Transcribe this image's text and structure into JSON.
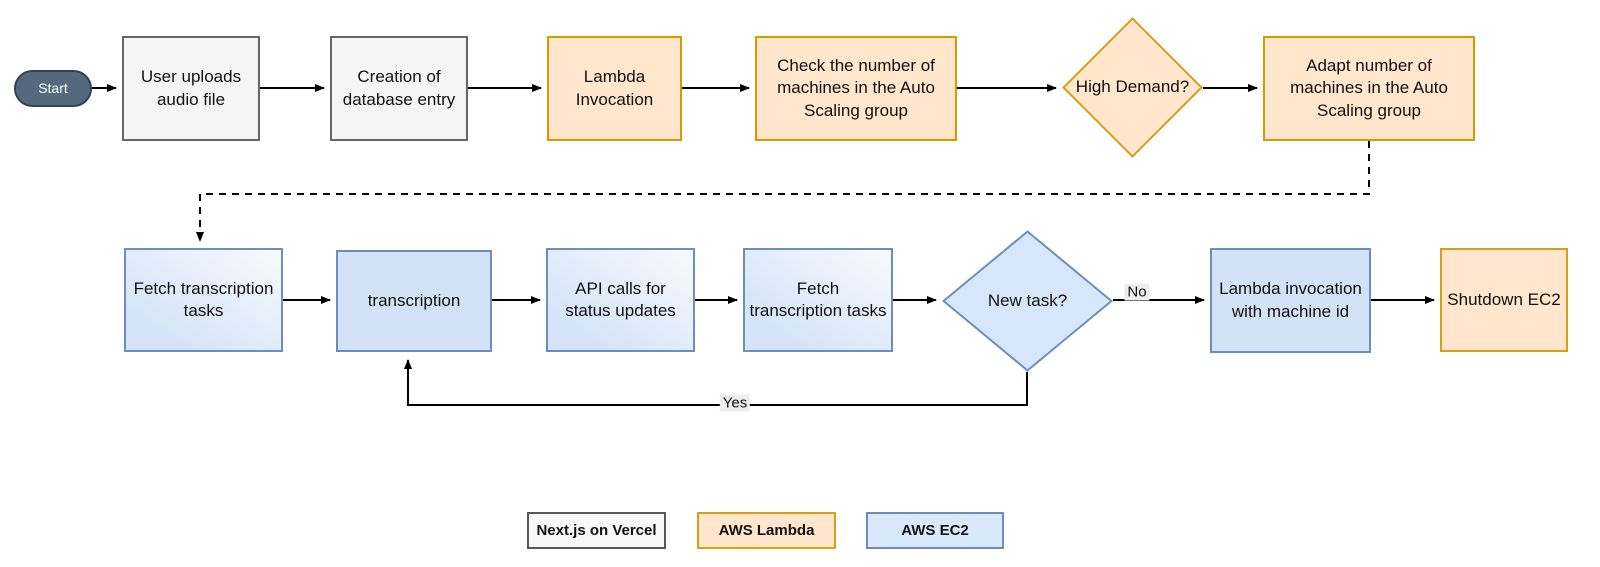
{
  "nodes": {
    "start": {
      "label": "Start"
    },
    "upload_audio": {
      "label": "User uploads audio file"
    },
    "create_db_entry": {
      "label": "Creation of database entry"
    },
    "lambda_invocation": {
      "label": "Lambda Invocation"
    },
    "check_machines": {
      "label": "Check the number of machines in the Auto Scaling group"
    },
    "high_demand": {
      "label": "High Demand?"
    },
    "adapt_machines": {
      "label": "Adapt number of machines in the Auto Scaling group"
    },
    "fetch_tasks_1": {
      "label": "Fetch transcription tasks"
    },
    "transcription": {
      "label": "transcription"
    },
    "api_calls": {
      "label": "API calls for status updates"
    },
    "fetch_tasks_2": {
      "label": "Fetch transcription tasks"
    },
    "new_task": {
      "label": "New task?"
    },
    "lambda_machine_id": {
      "label": "Lambda invocation with machine id"
    },
    "shutdown_ec2": {
      "label": "Shutdown EC2"
    }
  },
  "edge_labels": {
    "yes": "Yes",
    "no": "No"
  },
  "legend": {
    "vercel": {
      "label": "Next.js on Vercel"
    },
    "lambda": {
      "label": "AWS Lambda"
    },
    "ec2": {
      "label": "AWS EC2"
    }
  },
  "colors": {
    "gray_fill": "#f5f5f5",
    "gray_border": "#666666",
    "orange_fill": "#ffe6cc",
    "orange_border": "#d79b00",
    "gold_border": "#d4a017",
    "blue_fill": "#dae8fc",
    "blue_border": "#6c8ebf",
    "start_fill": "#54697e",
    "start_border": "#33424f",
    "line": "#000000",
    "edge_label_bg": "#ededed"
  }
}
